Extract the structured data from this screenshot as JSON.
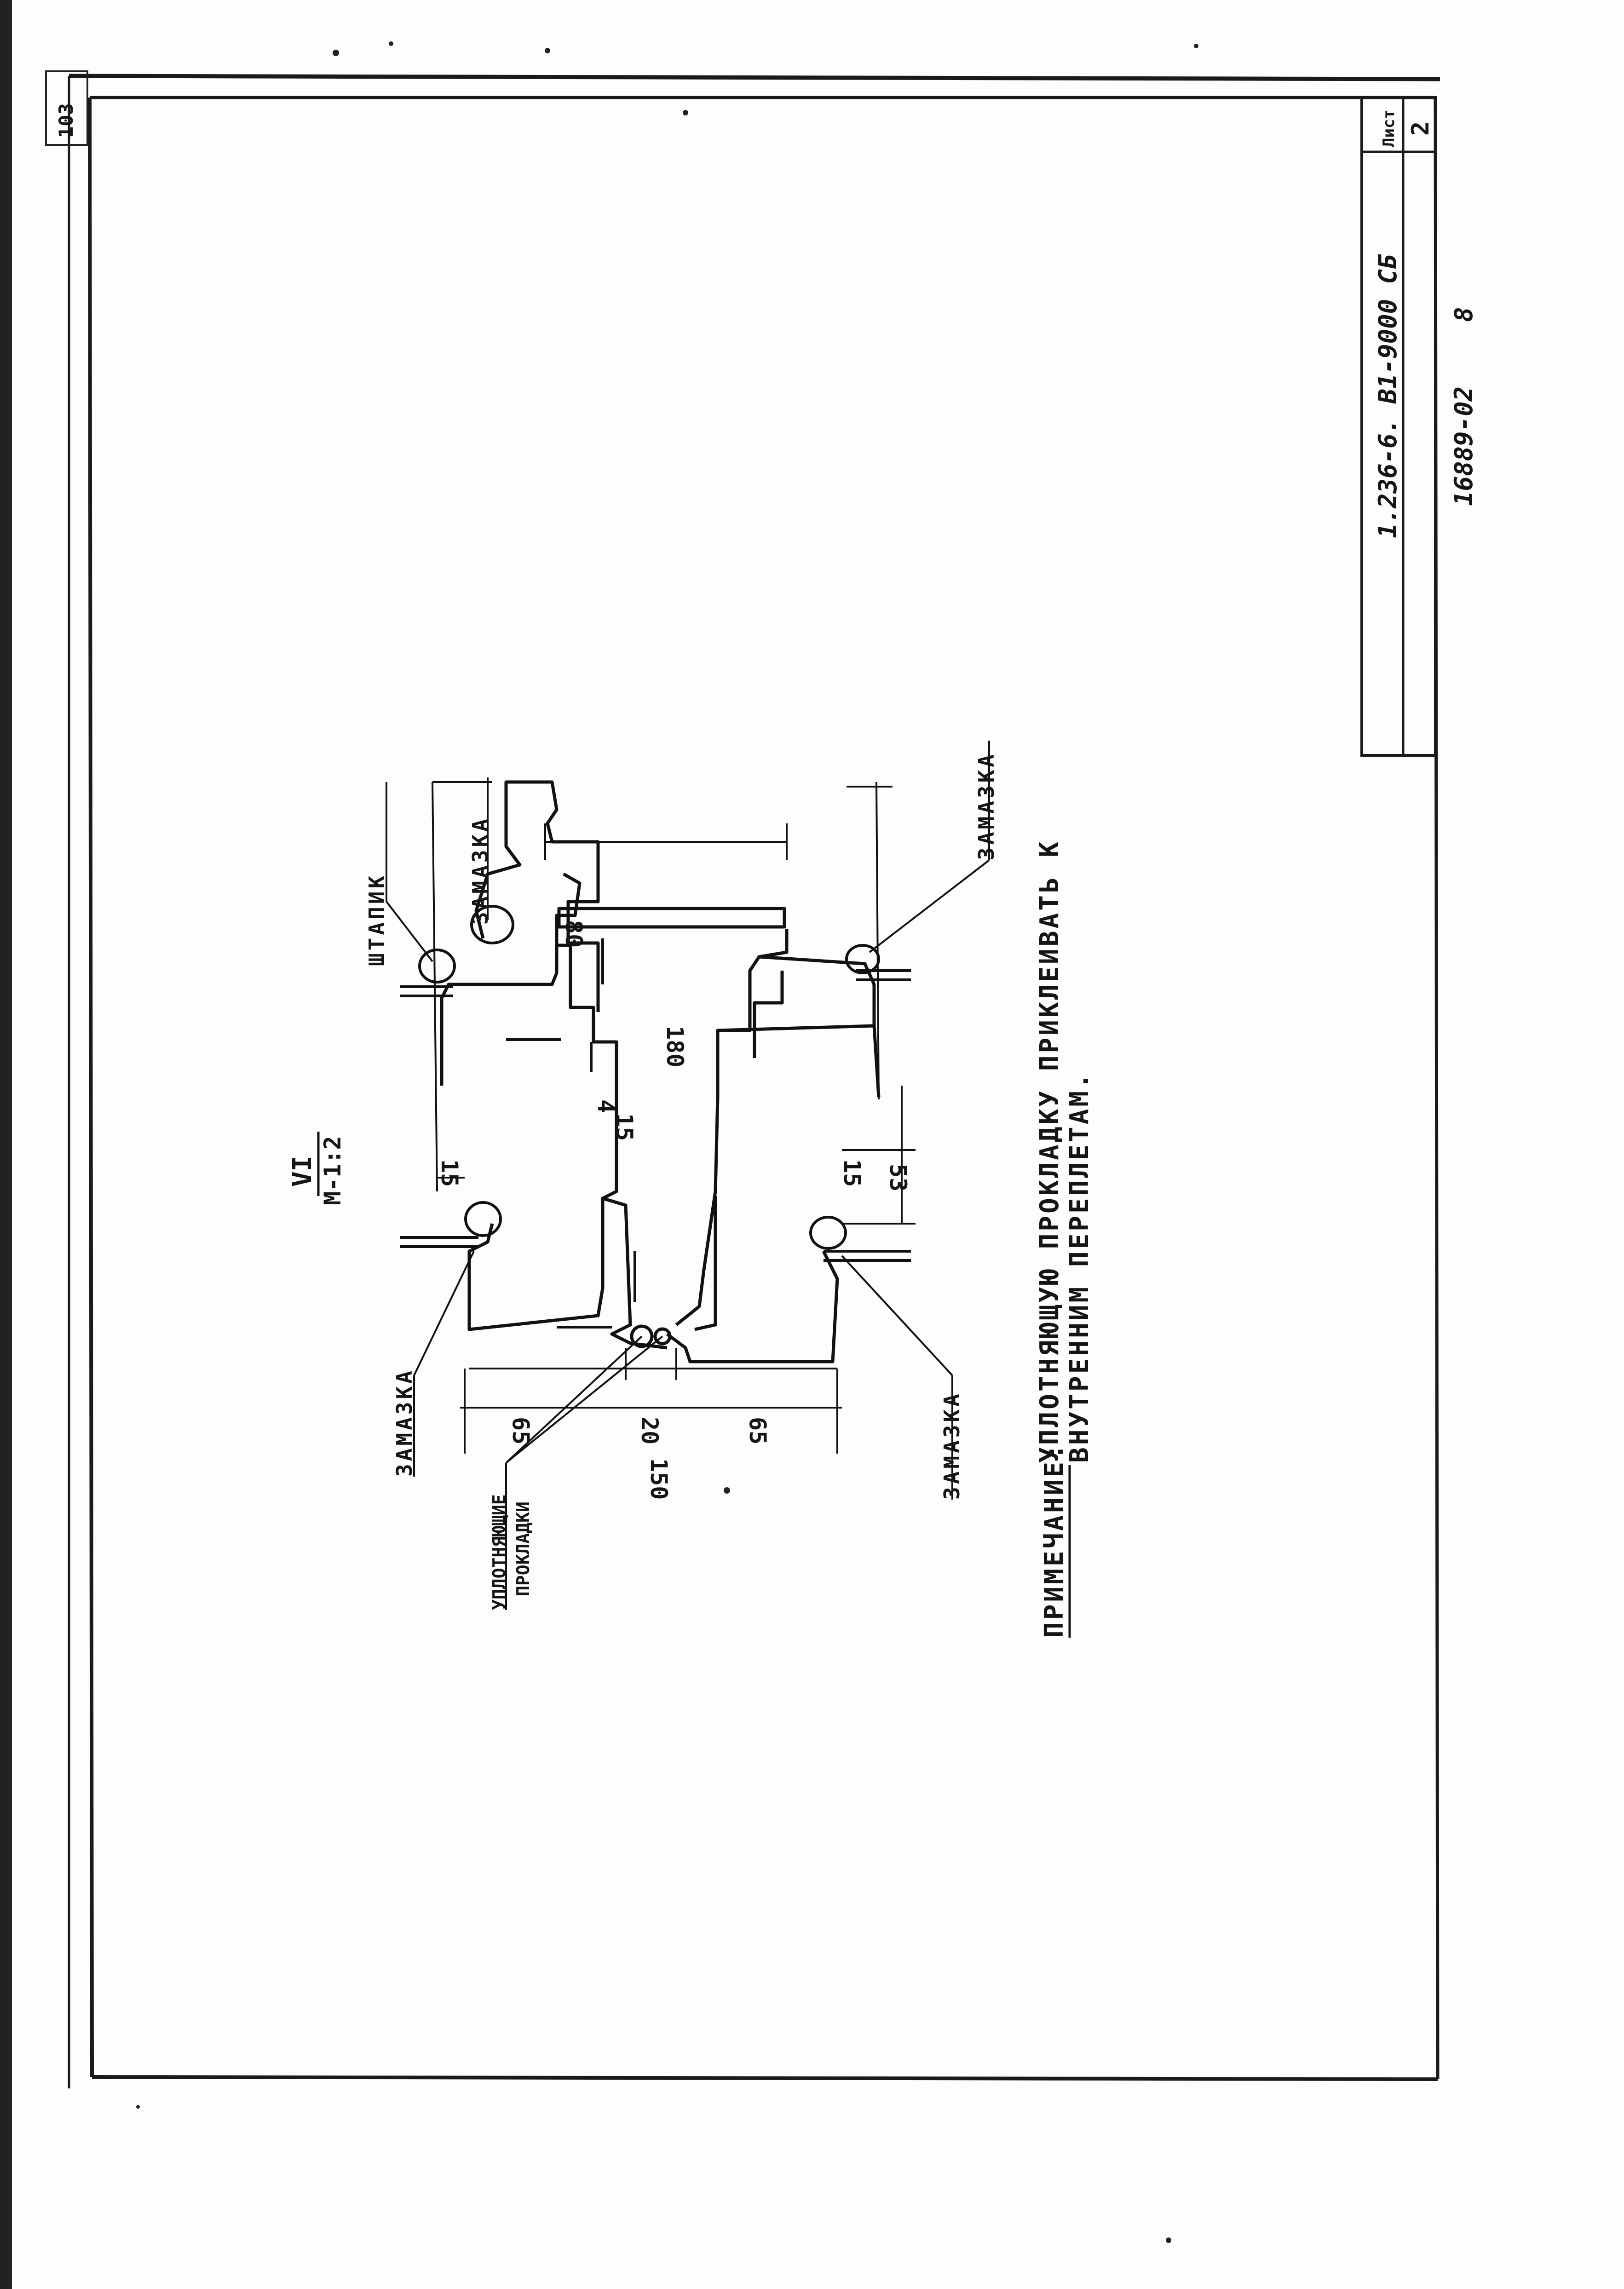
{
  "title_block": {
    "sheet_label": "Лист",
    "sheet_number": "2",
    "document_code": "1.236-6. В1-9000 СБ",
    "inventory_number": "16889-02",
    "inventory_suffix": "8"
  },
  "corner_mark": "103",
  "section": {
    "mark": "VI",
    "scale": "М-1:2"
  },
  "callouts": {
    "shtapik": "ШТАПИК",
    "zamazka_top_left": "ЗАМАЗКА",
    "zamazka_top_right": "ЗАМАЗКА",
    "zamazka_bottom_left": "ЗАМАЗКА",
    "zamazka_bottom_right": "ЗАМАЗКА",
    "gaskets_line1": "УПЛОТНЯЮЩИЕ",
    "gaskets_line2": "ПРОКЛАДКИ"
  },
  "dimensions": {
    "overall_top": "180",
    "inner_top": "80",
    "overall_bottom": "150",
    "seg_left": "65",
    "seg_mid": "20",
    "seg_right": "65",
    "small_15_left": "15",
    "small_15_mid": "15",
    "small_4": "4",
    "small_15_right": "15",
    "dim_53": "53"
  },
  "note": {
    "label": "ПРИМЕЧАНИЕ:",
    "line1": "УПЛОТНЯЮЩУЮ ПРОКЛАДКУ ПРИКЛЕИВАТЬ К",
    "line2": "ВНУТРЕННИМ ПЕРЕПЛЕТАМ."
  }
}
